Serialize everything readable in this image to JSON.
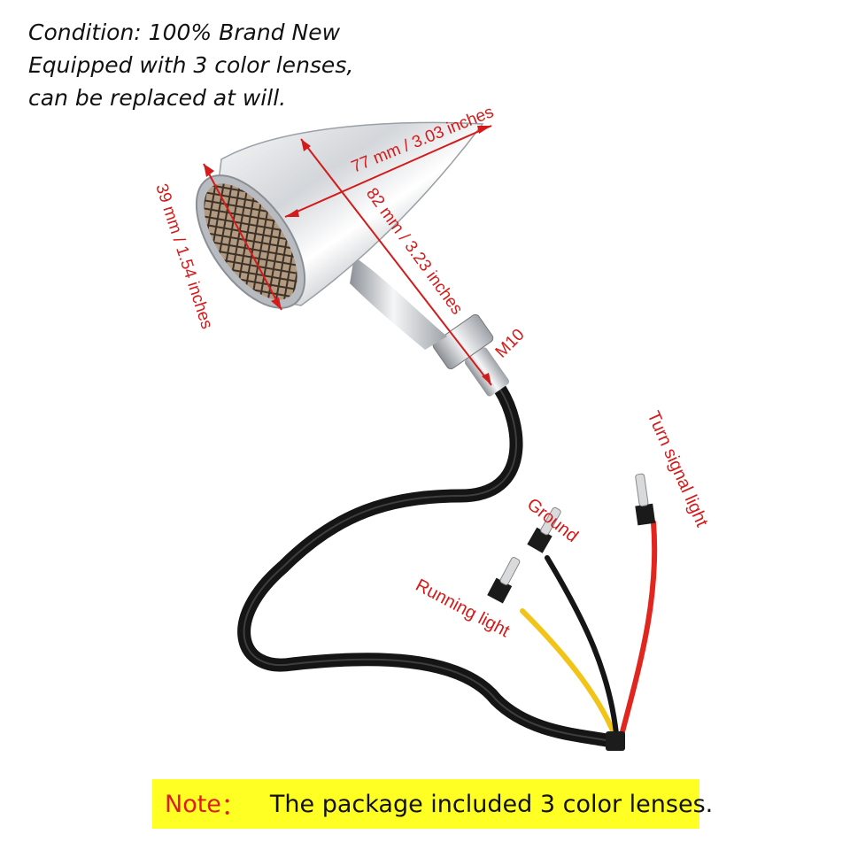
{
  "header": {
    "lines": [
      "Condition: 100% Brand New",
      "Equipped with 3 color lenses,",
      "can be replaced at will."
    ]
  },
  "dimensions": {
    "length": "77 mm / 3.03 inches",
    "diameter": "39 mm / 1.54 inches",
    "total_length": "82 mm / 3.23 inches",
    "thread": "M10"
  },
  "wires": {
    "running": "Running light",
    "ground": "Ground",
    "turn": "Turn signal light"
  },
  "colors": {
    "annotation": "#d41b1b",
    "note_bg": "#ffff24",
    "wire_red": "#e0261e",
    "wire_yellow": "#f2c418",
    "wire_black": "#151515",
    "chrome": "#c9ccd0"
  },
  "note": {
    "label": "Note",
    "colon": "：",
    "text": "The package included 3 color lenses."
  }
}
